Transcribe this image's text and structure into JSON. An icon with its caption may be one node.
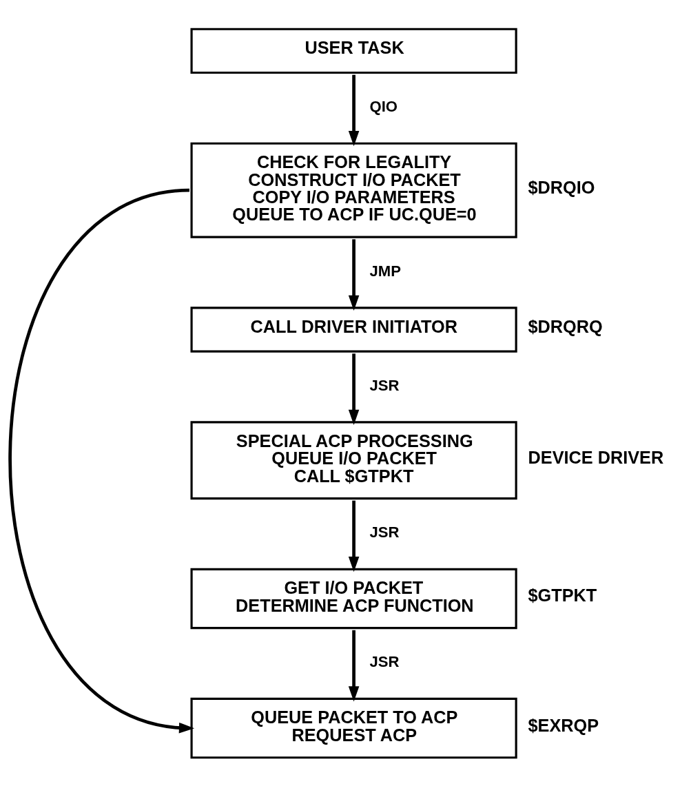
{
  "diagram": {
    "nodes": [
      {
        "text": [
          "USER TASK"
        ]
      },
      {
        "text": [
          "CHECK FOR LEGALITY",
          "CONSTRUCT I/O PACKET",
          "COPY I/O PARAMETERS",
          "QUEUE TO ACP IF UC.QUE=0"
        ],
        "beside": [
          "$DRQIO"
        ]
      },
      {
        "text": [
          "CALL DRIVER INITIATOR"
        ],
        "beside": [
          "$DRQRQ"
        ]
      },
      {
        "text": [
          "SPECIAL ACP PROCESSING",
          "QUEUE I/O PACKET",
          "CALL $GTPKT"
        ],
        "beside": [
          "DEVICE DRIVER"
        ]
      },
      {
        "text": [
          "GET I/O PACKET",
          "DETERMINE ACP FUNCTION"
        ],
        "beside": [
          "$GTPKT"
        ]
      },
      {
        "text": [
          "QUEUE PACKET TO ACP",
          "REQUEST ACP"
        ],
        "beside": [
          "$EXRQP"
        ]
      }
    ],
    "edges": [
      {
        "from": 0,
        "to": 1,
        "arrow": "to",
        "label": "QIO"
      },
      {
        "from": 1,
        "to": 2,
        "arrow": "to",
        "label": "JMP"
      },
      {
        "from": 2,
        "to": 3,
        "arrow": "to",
        "label": "JSR"
      },
      {
        "from": 3,
        "to": 4,
        "arrow": "to",
        "label": "JSR"
      },
      {
        "from": 4,
        "to": 5,
        "arrow": "to",
        "label": "JSR"
      },
      {
        "from": 1,
        "to": 5,
        "arrow": "to"
      }
    ]
  }
}
